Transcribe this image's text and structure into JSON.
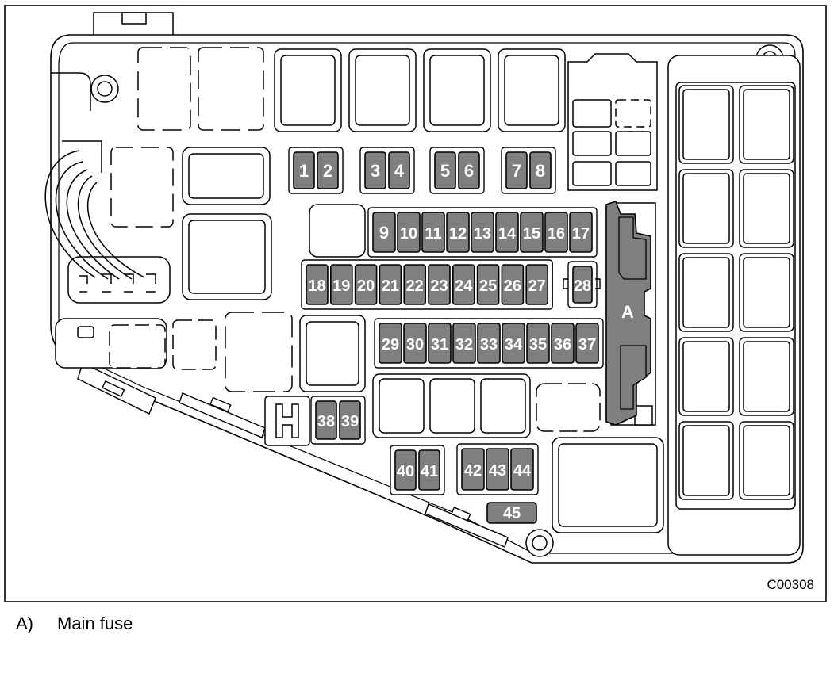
{
  "figure_code": "C00308",
  "main_fuse_marker": "A",
  "caption": {
    "marker": "A)",
    "text": "Main fuse"
  },
  "fuses": [
    "1",
    "2",
    "3",
    "4",
    "5",
    "6",
    "7",
    "8",
    "9",
    "10",
    "11",
    "12",
    "13",
    "14",
    "15",
    "16",
    "17",
    "18",
    "19",
    "20",
    "21",
    "22",
    "23",
    "24",
    "25",
    "26",
    "27",
    "28",
    "29",
    "30",
    "31",
    "32",
    "33",
    "34",
    "35",
    "36",
    "37",
    "38",
    "39",
    "40",
    "41",
    "42",
    "43",
    "44",
    "45"
  ],
  "colors": {
    "fuse_fill": "#7f7f7f",
    "outline": "#000000",
    "fuse_text": "#ffffff"
  }
}
